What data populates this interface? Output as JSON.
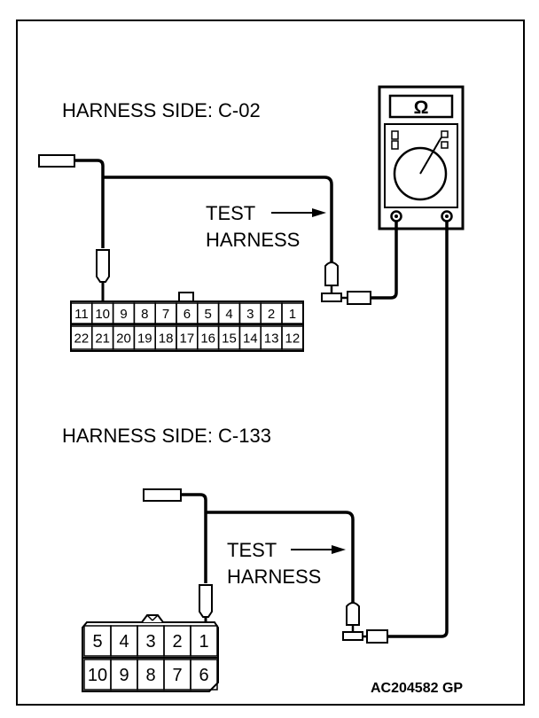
{
  "labels": {
    "harness_side_1": "HARNESS SIDE: C-02",
    "harness_side_2": "HARNESS SIDE: C-133",
    "test_1": "TEST",
    "harness_1": "HARNESS",
    "test_2": "TEST",
    "harness_2": "HARNESS",
    "meter_symbol": "Ω",
    "figure_code": "AC204582 GP"
  },
  "connector_c02": {
    "top_pins": [
      "11",
      "10",
      "9",
      "8",
      "7",
      "6",
      "5",
      "4",
      "3",
      "2",
      "1"
    ],
    "bottom_pins": [
      "22",
      "21",
      "20",
      "19",
      "18",
      "17",
      "16",
      "15",
      "14",
      "13",
      "12"
    ]
  },
  "connector_c133": {
    "top_pins": [
      "5",
      "4",
      "3",
      "2",
      "1"
    ],
    "bottom_pins": [
      "10",
      "9",
      "8",
      "7",
      "6"
    ]
  }
}
